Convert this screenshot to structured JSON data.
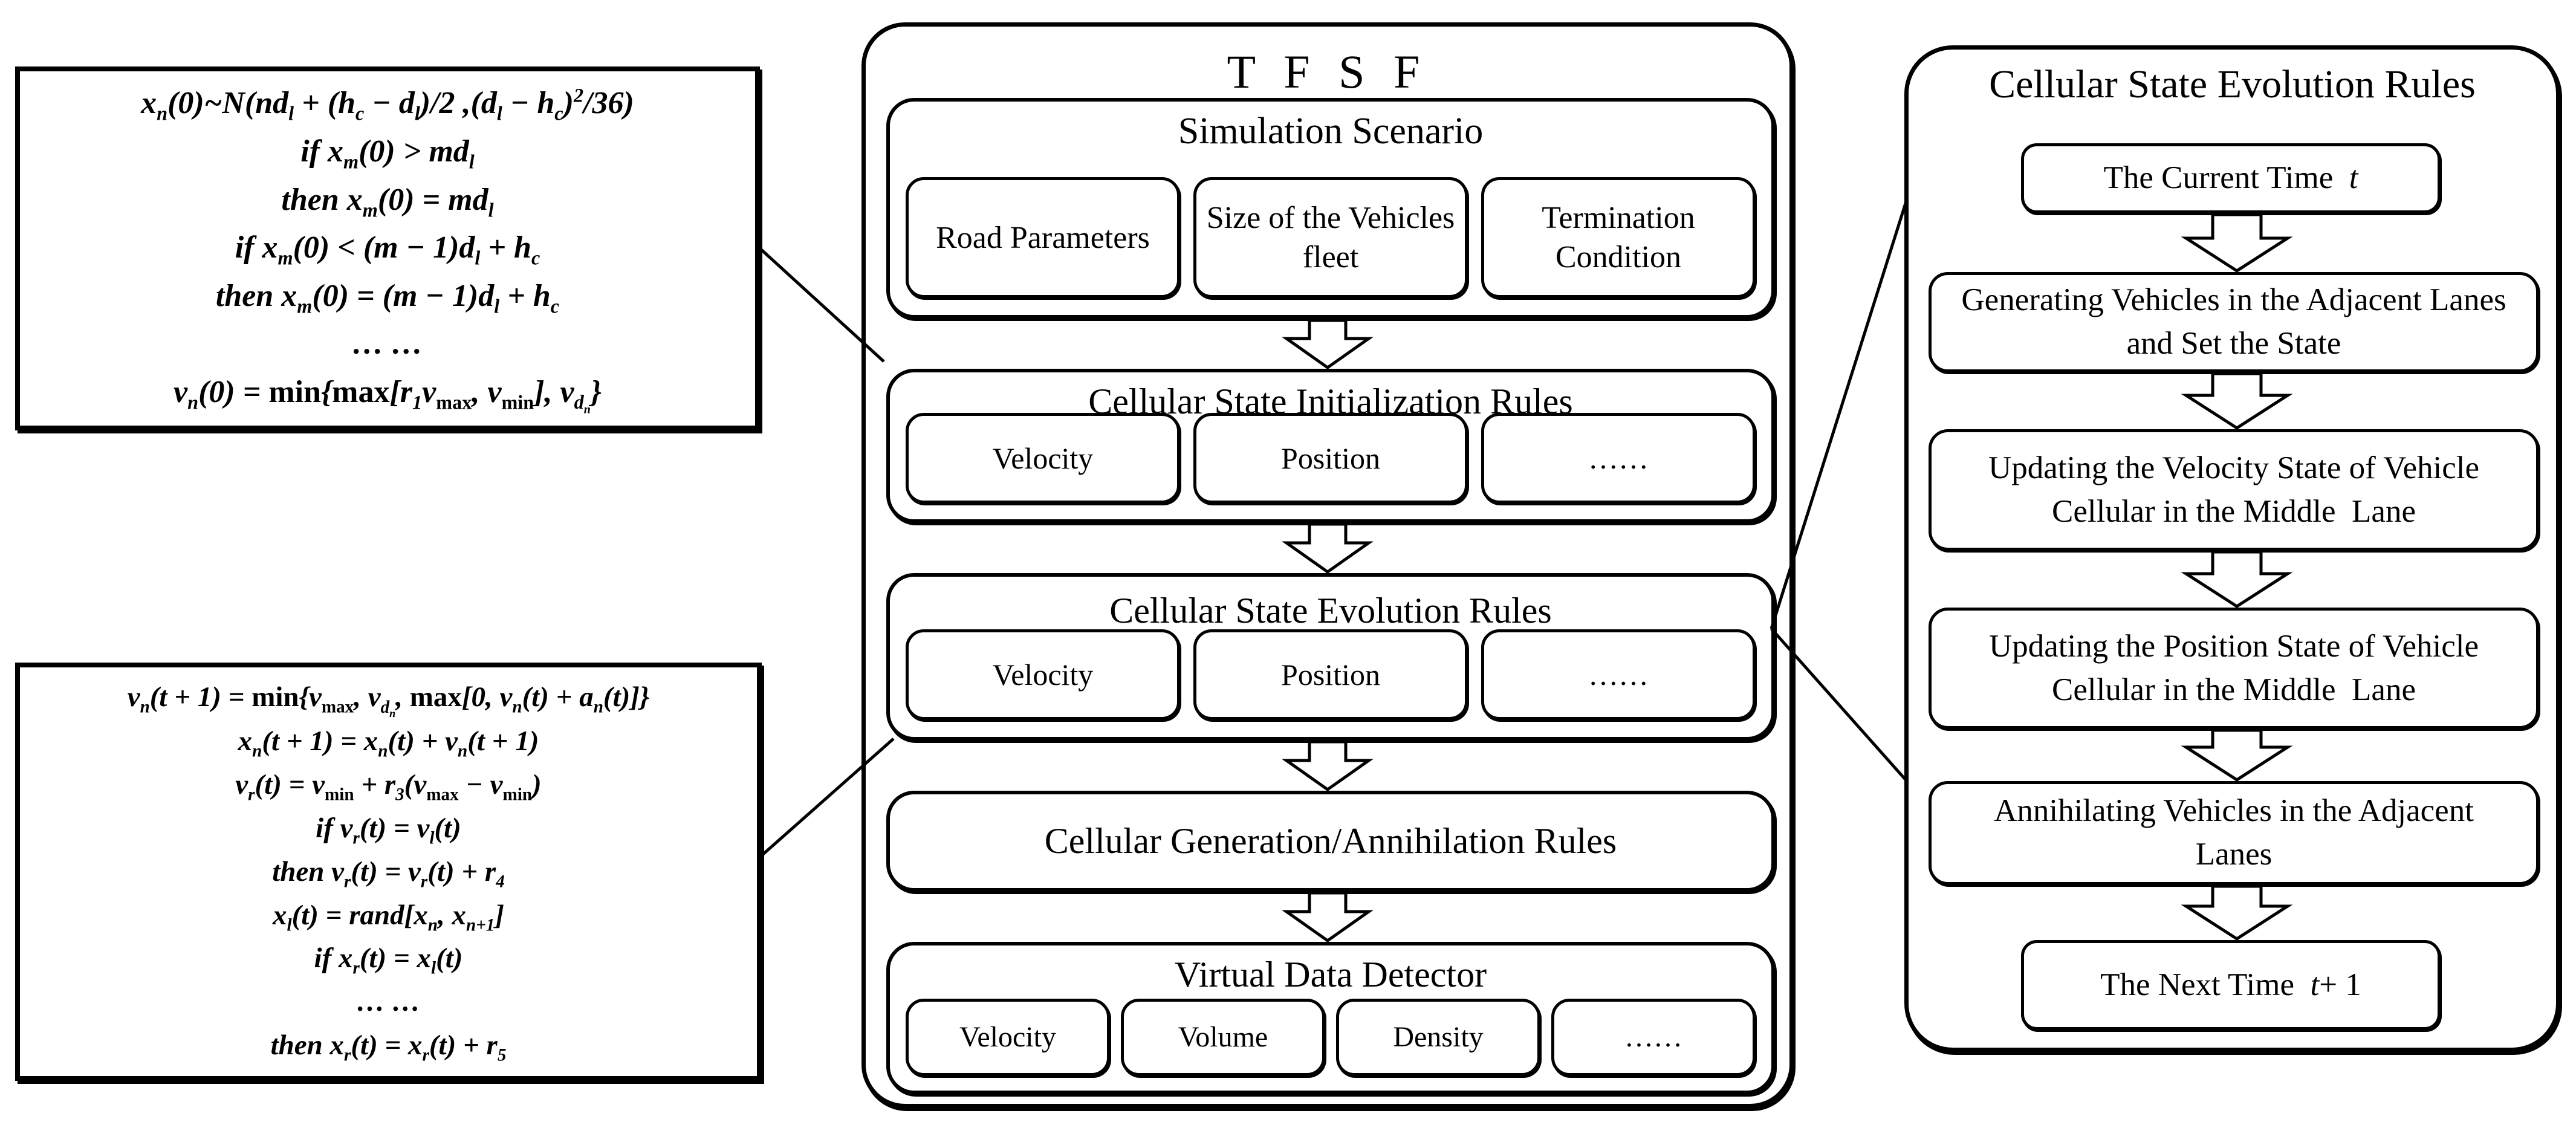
{
  "colors": {
    "ink": "#000000",
    "paper": "#ffffff"
  },
  "formula_boxes": {
    "initialization": {
      "lines": [
        "x<sub>n</sub>(0)~N(nd<sub>l</sub> + (h<sub>c</sub> − d<sub>l</sub>)/2 ,(d<sub>l</sub> − h<sub>c</sub>)<sup>2</sup>/36)",
        "if x<sub>m</sub>(0) > md<sub>l</sub>",
        "then x<sub>m</sub>(0) = md<sub>l</sub>",
        "if x<sub>m</sub>(0) &lt; (m − 1)d<sub>l</sub> + h<sub>c</sub>",
        "then x<sub>m</sub>(0) = (m − 1)d<sub>l</sub> + h<sub>c</sub>",
        "… …",
        "v<sub>n</sub>(0) = <span class='rm'>min</span>{<span class='rm'>max</span>[r<sub>1</sub>v<sub><span class='rm'>max</span></sub>, v<sub><span class='rm'>min</span></sub>], v<sub>d<sub>n</sub></sub>}"
      ]
    },
    "evolution": {
      "lines": [
        "v<sub>n</sub>(t + 1) = <span class='rm'>min</span>{v<sub><span class='rm'>max</span></sub>, v<sub>d<sub>n</sub></sub>, <span class='rm'>max</span>[0, v<sub>n</sub>(t) + a<sub>n</sub>(t)]}",
        "x<sub>n</sub>(t + 1) = x<sub>n</sub>(t) + v<sub>n</sub>(t + 1)",
        "v<sub>r</sub>(t) = v<sub><span class='rm'>min</span></sub> + r<sub>3</sub>(v<sub><span class='rm'>max</span></sub> − v<sub><span class='rm'>min</span></sub>)",
        "if v<sub>r</sub>(t) = v<sub>l</sub>(t)",
        "then v<sub>r</sub>(t) = v<sub>r</sub>(t) + r<sub>4</sub>",
        "x<sub>l</sub>(t) = rand[x<sub>n</sub>, x<sub>n+1</sub>]",
        "if x<sub>r</sub>(t) = x<sub>l</sub>(t)",
        "… …",
        "then x<sub>r</sub>(t) = x<sub>r</sub>(t) + r<sub>5</sub>"
      ]
    }
  },
  "tfsf": {
    "title": "T F S F",
    "sections": [
      {
        "title": "Simulation Scenario",
        "items": [
          "Road Parameters",
          "Size of the Vehicles fleet",
          "Termination Condition"
        ]
      },
      {
        "title": "Cellular State Initialization Rules",
        "items": [
          "Velocity",
          "Position",
          "……"
        ]
      },
      {
        "title": "Cellular State Evolution Rules",
        "items": [
          "Velocity",
          "Position",
          "……"
        ]
      },
      {
        "title": "Cellular Generation/Annihilation Rules",
        "items": []
      },
      {
        "title": "Virtual Data Detector",
        "items": [
          "Velocity",
          "Volume",
          "Density",
          "……"
        ]
      }
    ]
  },
  "evolution_flow": {
    "title": "Cellular State Evolution Rules",
    "steps": [
      {
        "label_html": "The Current Time&nbsp;&nbsp;<i>t</i>"
      },
      {
        "label_html": "Generating Vehicles in the Adjacent Lanes and Set the State"
      },
      {
        "label_html": "Updating the Velocity State of Vehicle Cellular in the Middle&nbsp; Lane"
      },
      {
        "label_html": "Updating the Position State of Vehicle Cellular in the Middle&nbsp; Lane"
      },
      {
        "label_html": "Annihilating Vehicles in the Adjacent Lanes"
      },
      {
        "label_html": "The Next Time&nbsp;&nbsp;<i>t</i> + 1"
      }
    ]
  }
}
